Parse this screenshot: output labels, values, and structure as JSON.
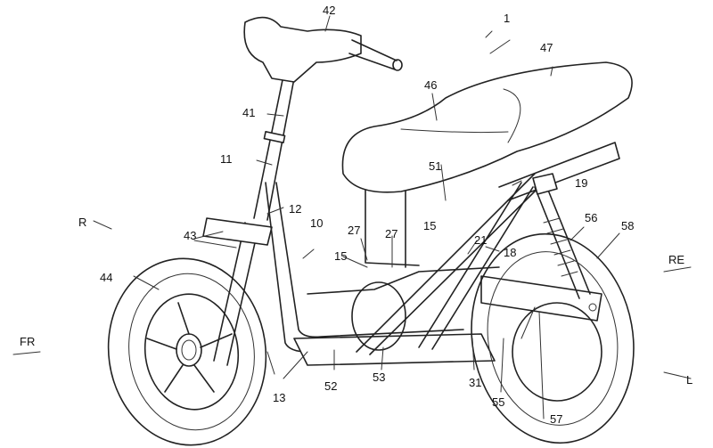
{
  "figure": {
    "title": "Scooter patent drawing",
    "reference_numerals": [
      {
        "id": "1",
        "text": "1"
      },
      {
        "id": "10",
        "text": "10"
      },
      {
        "id": "11",
        "text": "11"
      },
      {
        "id": "12",
        "text": "12"
      },
      {
        "id": "13",
        "text": "13"
      },
      {
        "id": "15a",
        "text": "15"
      },
      {
        "id": "15b",
        "text": "15"
      },
      {
        "id": "18",
        "text": "18"
      },
      {
        "id": "19",
        "text": "19"
      },
      {
        "id": "21",
        "text": "21"
      },
      {
        "id": "27a",
        "text": "27"
      },
      {
        "id": "27b",
        "text": "27"
      },
      {
        "id": "31",
        "text": "31"
      },
      {
        "id": "41",
        "text": "41"
      },
      {
        "id": "42",
        "text": "42"
      },
      {
        "id": "43",
        "text": "43"
      },
      {
        "id": "44",
        "text": "44"
      },
      {
        "id": "46",
        "text": "46"
      },
      {
        "id": "47",
        "text": "47"
      },
      {
        "id": "51",
        "text": "51"
      },
      {
        "id": "52",
        "text": "52"
      },
      {
        "id": "53",
        "text": "53"
      },
      {
        "id": "55",
        "text": "55"
      },
      {
        "id": "56",
        "text": "56"
      },
      {
        "id": "57",
        "text": "57"
      },
      {
        "id": "58",
        "text": "58"
      }
    ],
    "direction_labels": {
      "right": "R",
      "front": "FR",
      "rear": "RE",
      "left": "L"
    }
  }
}
